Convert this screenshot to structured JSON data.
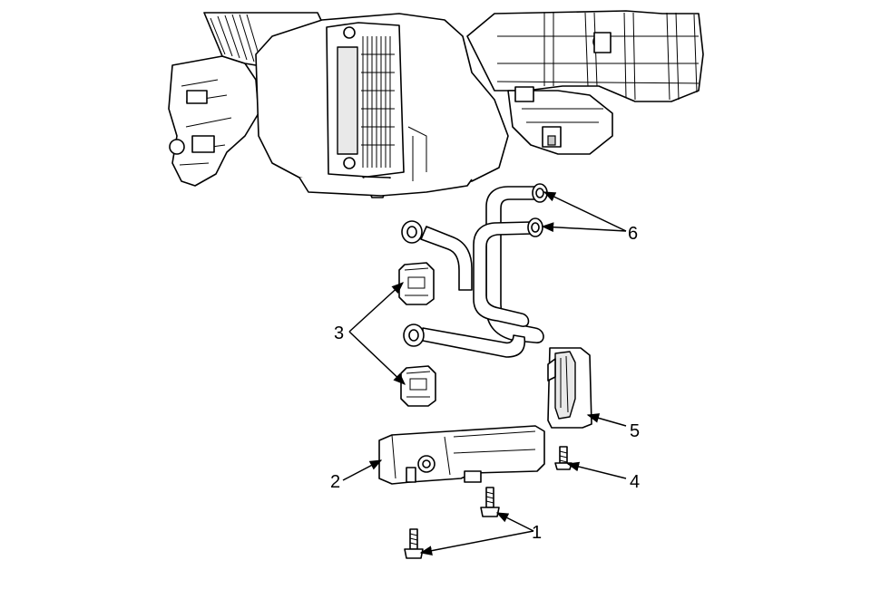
{
  "callouts": [
    {
      "label": "1"
    },
    {
      "label": "2"
    },
    {
      "label": "3"
    },
    {
      "label": "4"
    },
    {
      "label": "5"
    },
    {
      "label": "6"
    }
  ]
}
